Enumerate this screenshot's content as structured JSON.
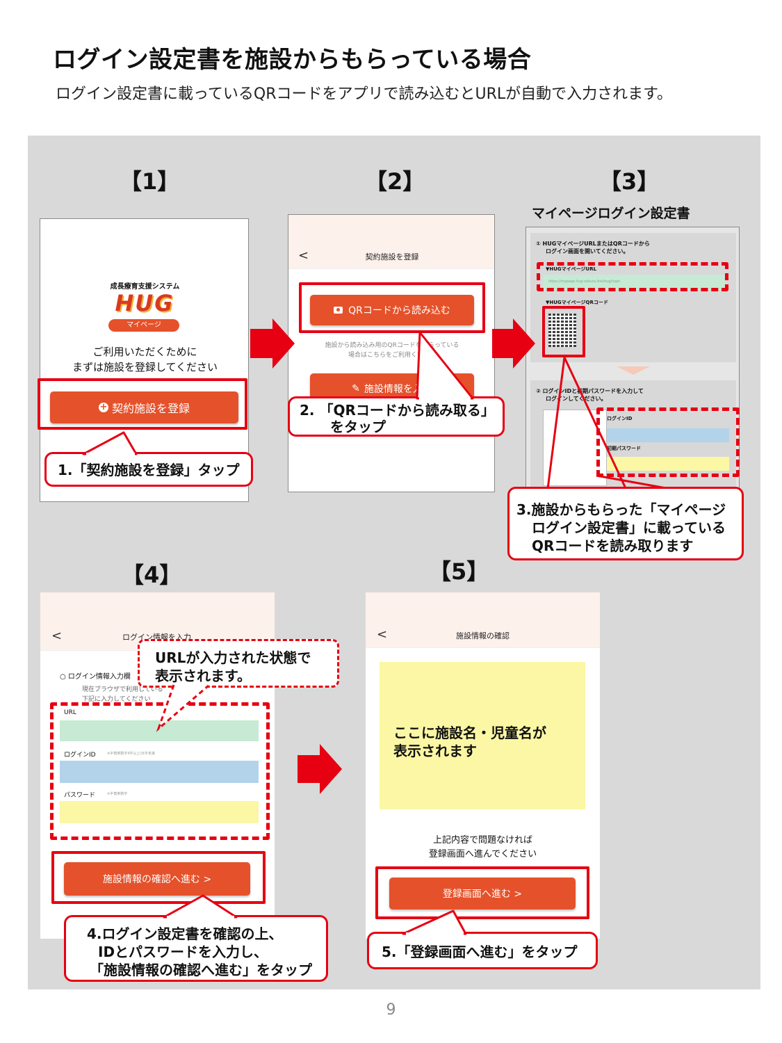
{
  "page": {
    "title": "ログイン設定書を施設からもらっている場合",
    "subtitle": "ログイン設定書に載っているQRコードをアプリで読み込むとURLが自動で入力されます。",
    "page_number": "9"
  },
  "steps": {
    "s1": {
      "num": "【1】",
      "system_name": "成長療育支援システム",
      "logo_text": "HUG",
      "logo_sub": "マイページ",
      "message_line1": "ご利用いただくために",
      "message_line2": "まずは施設を登録してください",
      "button": "契約施設を登録",
      "callout": "1.「契約施設を登録」タップ"
    },
    "s2": {
      "num": "【2】",
      "header_title": "契約施設を登録",
      "back": "<",
      "qr_button": "QRコードから読み込む",
      "hint_line1": "施設から読み込み用のQRコードをもらっている",
      "hint_line2": "場合はこちらをご利用ください",
      "manual_button": "施設情報を入力",
      "callout_line1": "2. 「QRコードから読み取る」",
      "callout_line2": "をタップ"
    },
    "s3": {
      "num": "【3】",
      "doc_title": "マイページログイン設定書",
      "item1_line1": "① HUGマイページURLまたはQRコードから",
      "item1_line2": "ログイン画面を開いてください。",
      "url_label": "▼HUGマイページURL",
      "url_value": "https://mypage.hug-sakura.link/hug/login",
      "qr_label": "▼HUGマイページQRコード",
      "item2_line1": "② ログインIDと初期パスワードを入力して",
      "item2_line2": "ログインしてください。",
      "login_id_label": "ログインID",
      "password_label": "初期パスワード",
      "callout_line1": "3.施設からもらった「マイページ",
      "callout_line2": "ログイン設定書」に載っている",
      "callout_line3": "QRコードを読み取ります"
    },
    "s4": {
      "num": "【4】",
      "back": "<",
      "header_title": "ログイン情報を入力",
      "radio_label": "○ ログイン情報入力欄",
      "note_line1": "現在ブラウザで利用している",
      "note_line2": "下記に入力してください",
      "url_label": "URL",
      "login_id_label": "ログインID",
      "login_id_note": "※半角英数字4字以上16字未満",
      "password_label": "パスワード",
      "password_note": "※半角英数字",
      "button": "施設情報の確認へ進む >",
      "bubble_line1": "URLが入力された状態で",
      "bubble_line2": "表示されます。",
      "callout_line1": "4.ログイン設定書を確認の上、",
      "callout_line2": "IDとパスワードを入力し、",
      "callout_line3": "「施設情報の確認へ進む」をタップ"
    },
    "s5": {
      "num": "【5】",
      "back": "<",
      "header_title": "施設情報の確認",
      "info_line1": "ここに施設名・児童名が",
      "info_line2": "表示されます",
      "confirm_line1": "上記内容で問題なければ",
      "confirm_line2": "登録画面へ進んでください",
      "button": "登録画面へ進む >",
      "callout": "5.「登録画面へ進む」をタップ"
    }
  },
  "colors": {
    "accent_red": "#e60012",
    "button_orange": "#e5512a",
    "url_green": "#c6ead3",
    "id_blue": "#b3d3ea",
    "pw_yellow": "#fbf7a4",
    "panel_gray": "#d9d9d9"
  }
}
